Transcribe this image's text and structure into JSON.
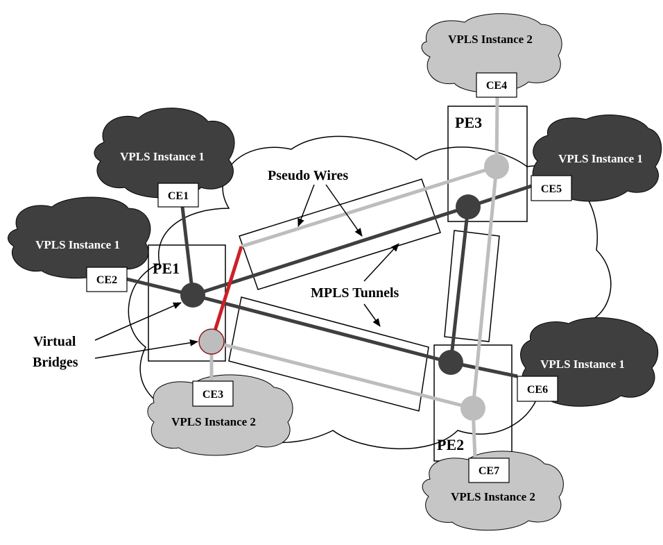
{
  "labels": {
    "pe1": "PE1",
    "pe2": "PE2",
    "pe3": "PE3",
    "ce1": "CE1",
    "ce2": "CE2",
    "ce3": "CE3",
    "ce4": "CE4",
    "ce5": "CE5",
    "ce6": "CE6",
    "ce7": "CE7",
    "vpls1": "VPLS Instance 1",
    "vpls2": "VPLS Instance 2",
    "pseudo_wires": "Pseudo Wires",
    "mpls_tunnels": "MPLS Tunnels",
    "virtual": "Virtual",
    "bridges": "Bridges"
  },
  "colors": {
    "instance1": "#3f3f3f",
    "instance2": "#bdbdbd",
    "highlight": "#cc2027",
    "outline": "#000000"
  }
}
